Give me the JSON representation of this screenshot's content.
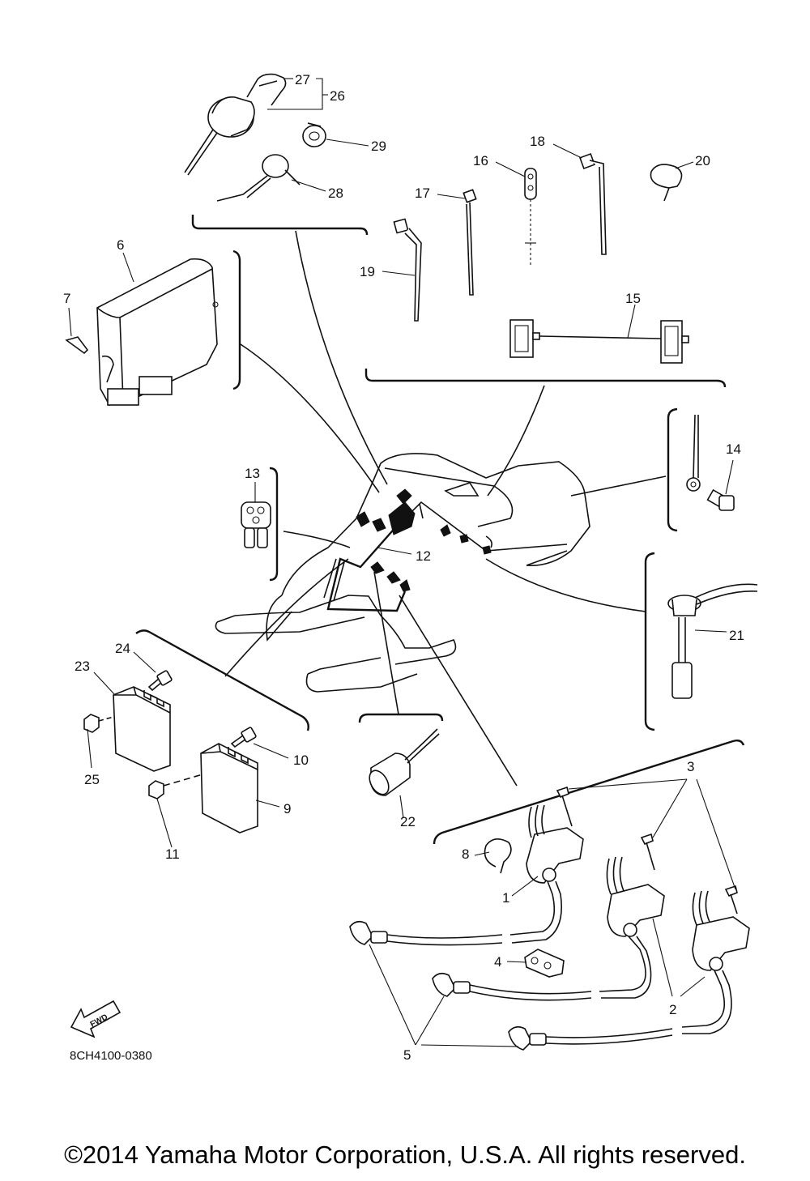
{
  "diagram": {
    "part_labels": [
      "1",
      "2",
      "3",
      "4",
      "5",
      "6",
      "7",
      "8",
      "9",
      "10",
      "11",
      "12",
      "13",
      "14",
      "15",
      "16",
      "17",
      "18",
      "19",
      "20",
      "21",
      "22",
      "23",
      "24",
      "25",
      "26",
      "27",
      "28",
      "29"
    ],
    "drawing_code": "8CH4100-0380",
    "fwd_arrow_text": "FWD"
  },
  "footer": {
    "copyright": "©2014 Yamaha Motor Corporation, U.S.A. All rights reserved."
  }
}
